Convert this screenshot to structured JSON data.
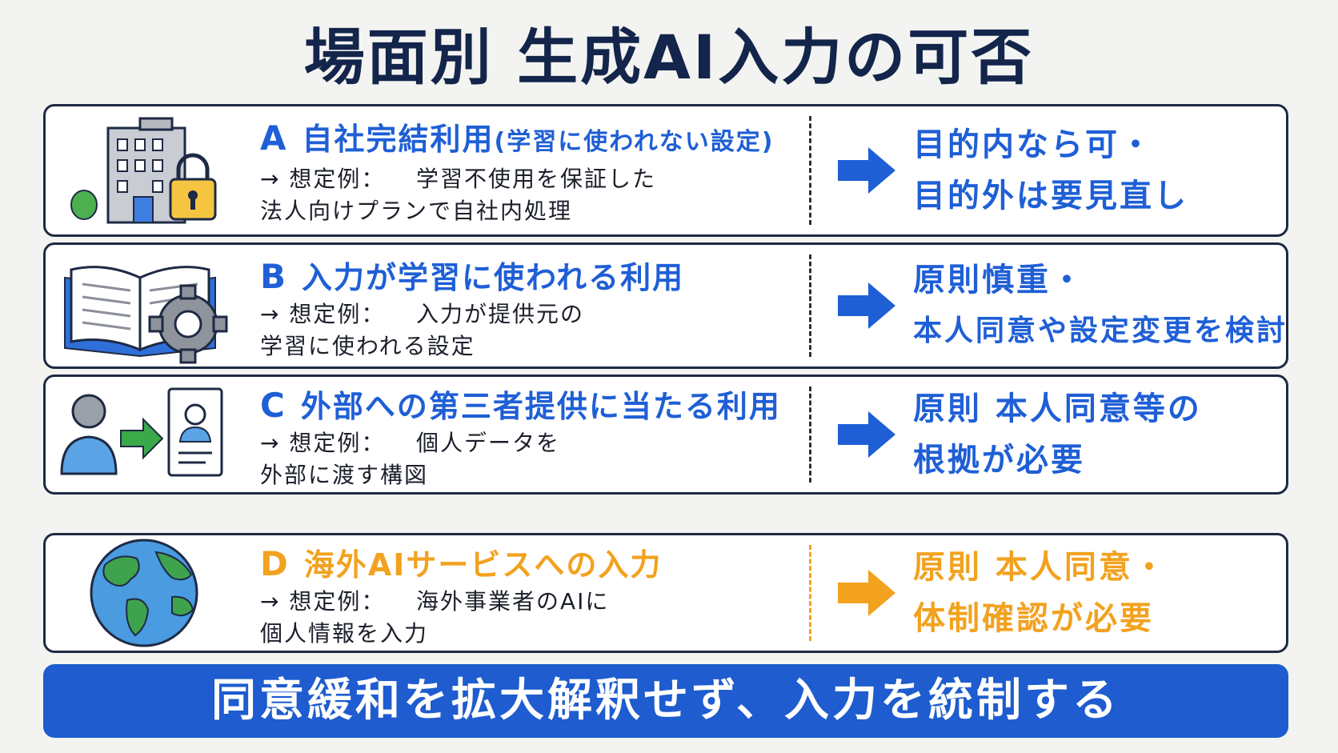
{
  "title": "場面別 生成AI入力の可否",
  "colors": {
    "title": "#13254a",
    "blue": "#1f5fd6",
    "orange": "#f2a21f",
    "banner": "#1e5ccf"
  },
  "rows": [
    {
      "letter": "A",
      "heading": "自社完結利用",
      "heading_sub": "(学習に使われない設定)",
      "example_lead": "→ 想定例：",
      "example_line1": "学習不使用を保証した",
      "example_line2": "法人向けプランで自社内処理",
      "result_line1": "目的内なら可・",
      "result_line2": "目的外は要見直し",
      "icon": "building-lock-icon",
      "accent": "blue"
    },
    {
      "letter": "B",
      "heading": "入力が学習に使われる利用",
      "heading_sub": "",
      "example_lead": "→ 想定例：",
      "example_line1": "入力が提供元の",
      "example_line2": "学習に使われる設定",
      "result_line1": "原則慎重・",
      "result_line2": "本人同意や設定変更を検討",
      "icon": "book-gear-icon",
      "accent": "blue"
    },
    {
      "letter": "C",
      "heading": "外部への第三者提供に当たる利用",
      "heading_sub": "",
      "example_lead": "→ 想定例：",
      "example_line1": "個人データを",
      "example_line2": "外部に渡す構図",
      "result_line1": "原則 本人同意等の",
      "result_line2": "根拠が必要",
      "icon": "person-transfer-icon",
      "accent": "blue"
    },
    {
      "letter": "D",
      "heading": "海外AIサービスへの入力",
      "heading_sub": "",
      "example_lead": "→ 想定例：",
      "example_line1": "海外事業者のAIに",
      "example_line2": "個人情報を入力",
      "result_line1": "原則 本人同意・",
      "result_line2": "体制確認が必要",
      "icon": "globe-icon",
      "accent": "orange"
    }
  ],
  "banner": "同意緩和を拡大解釈せず、入力を統制する"
}
